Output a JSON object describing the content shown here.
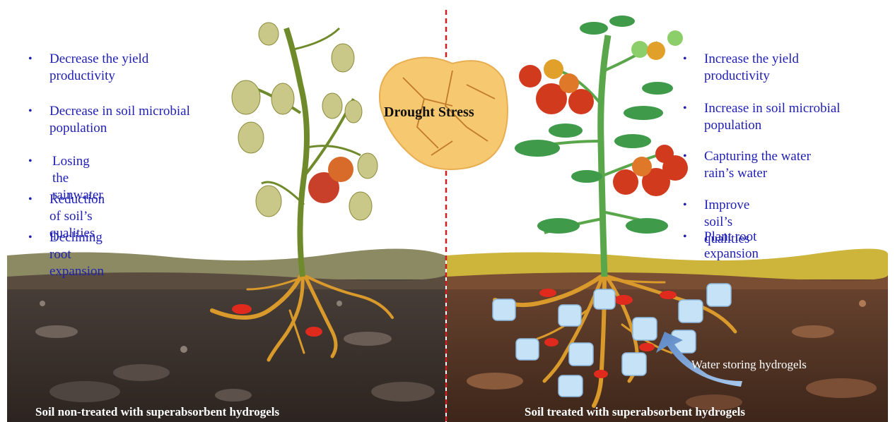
{
  "left_panel": {
    "bullets": [
      "Decrease the yield\nproductivity",
      "Decrease in soil microbial\npopulation",
      "Losing the rainwater",
      "Reduction of soil’s qualities",
      "Declining root expansion"
    ],
    "caption": "Soil non-treated with superabsorbent hydrogels"
  },
  "right_panel": {
    "bullets": [
      "Increase the yield\nproductivity",
      "Increase in soil microbial\npopulation",
      "Capturing the water\nrain’s water",
      "Improve soil’s qualities",
      "Plant root expansion"
    ],
    "caption": "Soil treated with superabsorbent hydrogels"
  },
  "center": {
    "label": "Drought Stress"
  },
  "annotation": {
    "hydrogel_label": "Water storing hydrogels"
  },
  "colors": {
    "bullet_text": "#1f1fb4",
    "divider": "#cc1f1f",
    "soil_dark": "#3a2e28",
    "soil_brown": "#5a3a24",
    "grass_left": "#8a8a5a",
    "grass_right": "#c9b03a",
    "root": "#d99a2b",
    "tomato": "#d23a1e",
    "leaf_healthy": "#3f9a4a",
    "leaf_wilted": "#c9c889",
    "cracked_earth": "#f6c870",
    "hydrogel": "#c5e2f7"
  }
}
